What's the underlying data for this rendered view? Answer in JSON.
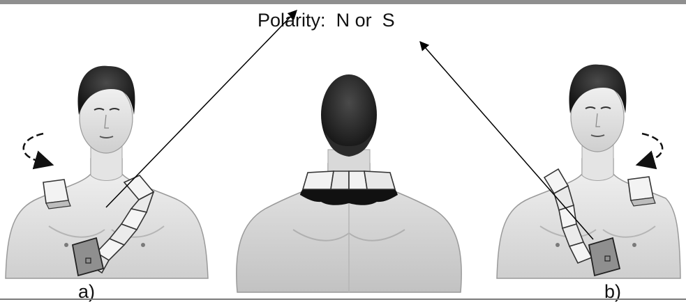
{
  "figure": {
    "polarity_prefix": "Polarity:",
    "polarity_choice_1": "N",
    "polarity_conjunction": "or",
    "polarity_choice_2": "S",
    "label_a": "a)",
    "label_b": "b)"
  }
}
